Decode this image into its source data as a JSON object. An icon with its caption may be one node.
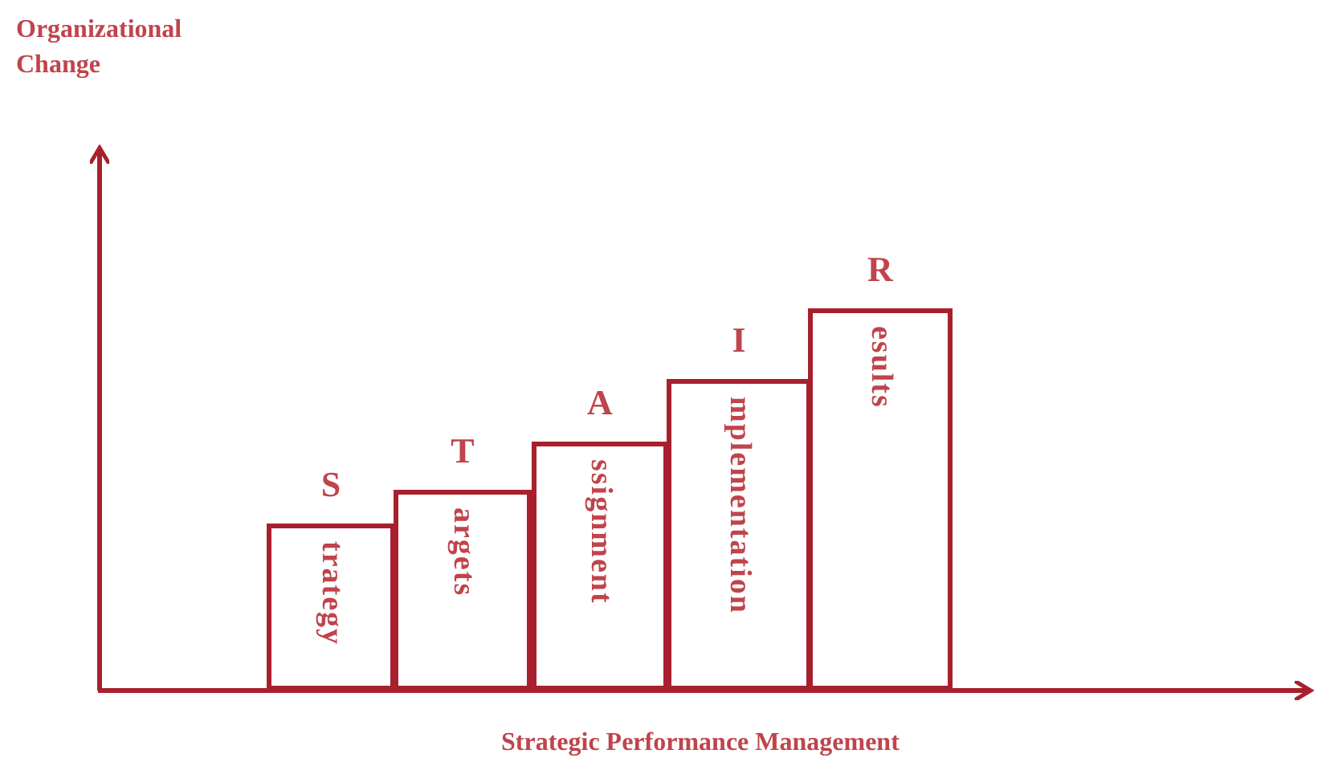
{
  "diagram": {
    "nodes": [
      {
        "text": [
          "S",
          "trategy"
        ]
      },
      {
        "text": [
          "T",
          "argets"
        ]
      },
      {
        "text": [
          "A",
          "ssignment"
        ]
      },
      {
        "text": [
          "I",
          "mplementation"
        ]
      },
      {
        "text": [
          "R",
          "esults"
        ]
      }
    ],
    "labels": [
      "Organizational Change",
      "Strategic Performance Management"
    ]
  }
}
